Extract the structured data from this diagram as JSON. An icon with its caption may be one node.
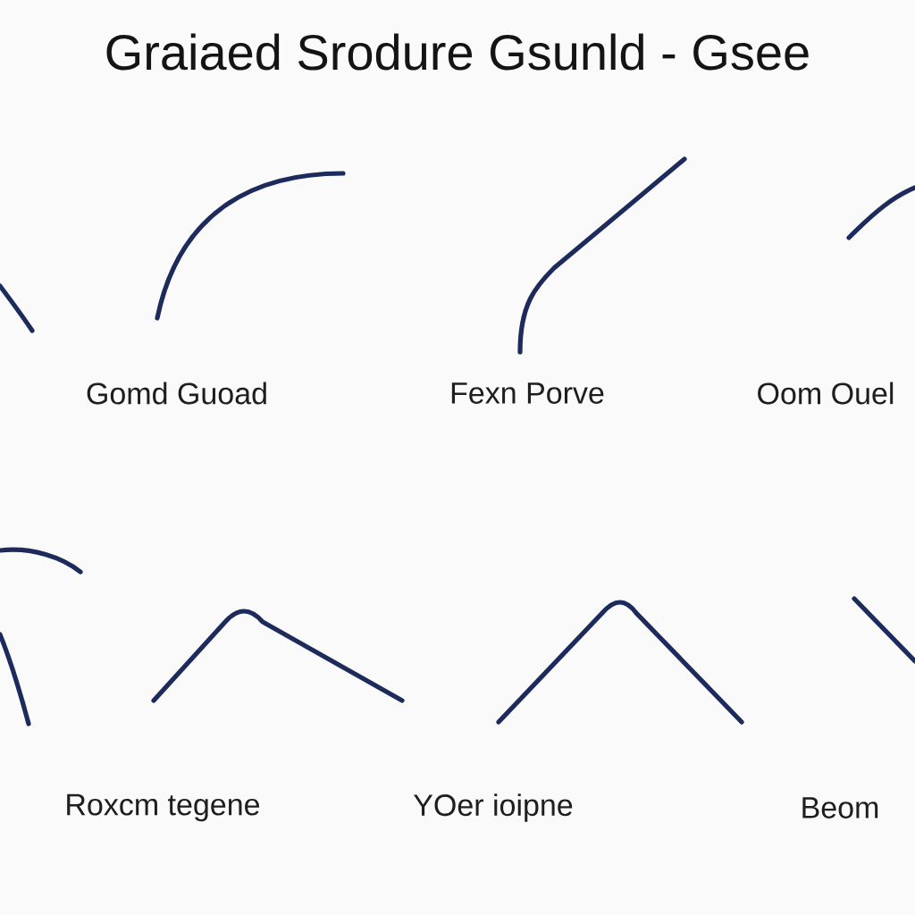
{
  "diagram": {
    "title": "Graiaed Srodure Gsunld - Gsee",
    "labels": [
      "Gomd Guoad",
      "Fexn Porve",
      "Oom Ouel",
      "Roxcm tegene",
      "YOer ioipne",
      "Beom"
    ]
  }
}
